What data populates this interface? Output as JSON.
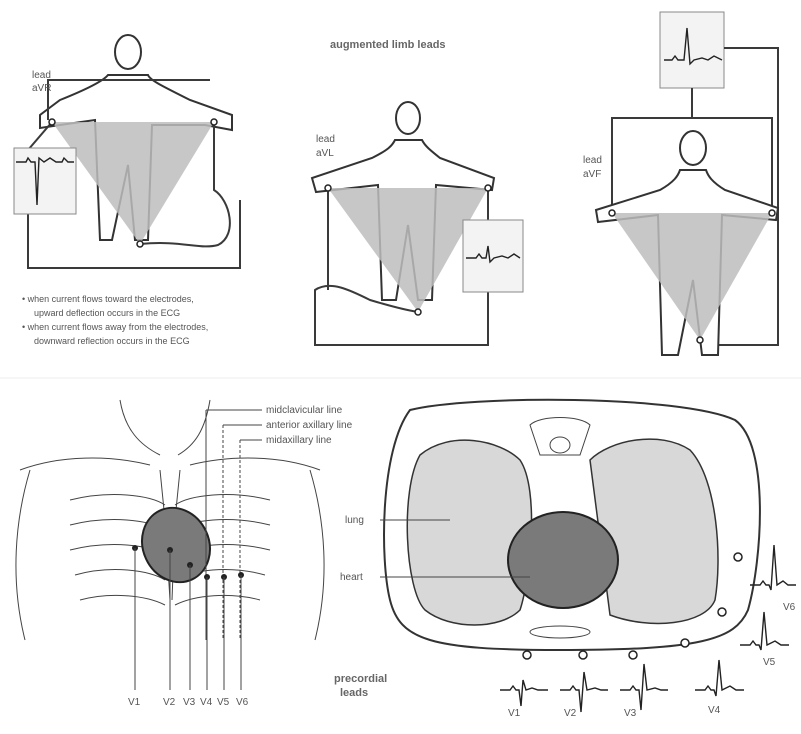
{
  "limb": {
    "title": "augmented limb leads",
    "avr": {
      "label_line1": "lead",
      "label_line2": "aVR"
    },
    "avl": {
      "label_line1": "lead",
      "label_line2": "aVL"
    },
    "avf": {
      "label_line1": "lead",
      "label_line2": "aVF"
    },
    "notes": [
      "• when current flows toward the electrodes,",
      "upward deflection occurs in the ECG",
      "• when current flows away from the electrodes,",
      "downward reflection occurs in the ECG"
    ]
  },
  "precordial": {
    "lines": [
      "midclavicular line",
      "anterior axillary line",
      "midaxillary line"
    ],
    "chest_leads": [
      "V1",
      "V2",
      "V3",
      "V4",
      "V5",
      "V6"
    ],
    "lung_label": "lung",
    "heart_label": "heart",
    "title_line1": "precordial",
    "title_line2": "leads",
    "trace_labels": [
      "V1",
      "V2",
      "V3",
      "V4",
      "V5",
      "V6"
    ]
  },
  "colors": {
    "shade": "#bdbdbd",
    "heart": "#7a7a7a",
    "ink": "#333333"
  }
}
